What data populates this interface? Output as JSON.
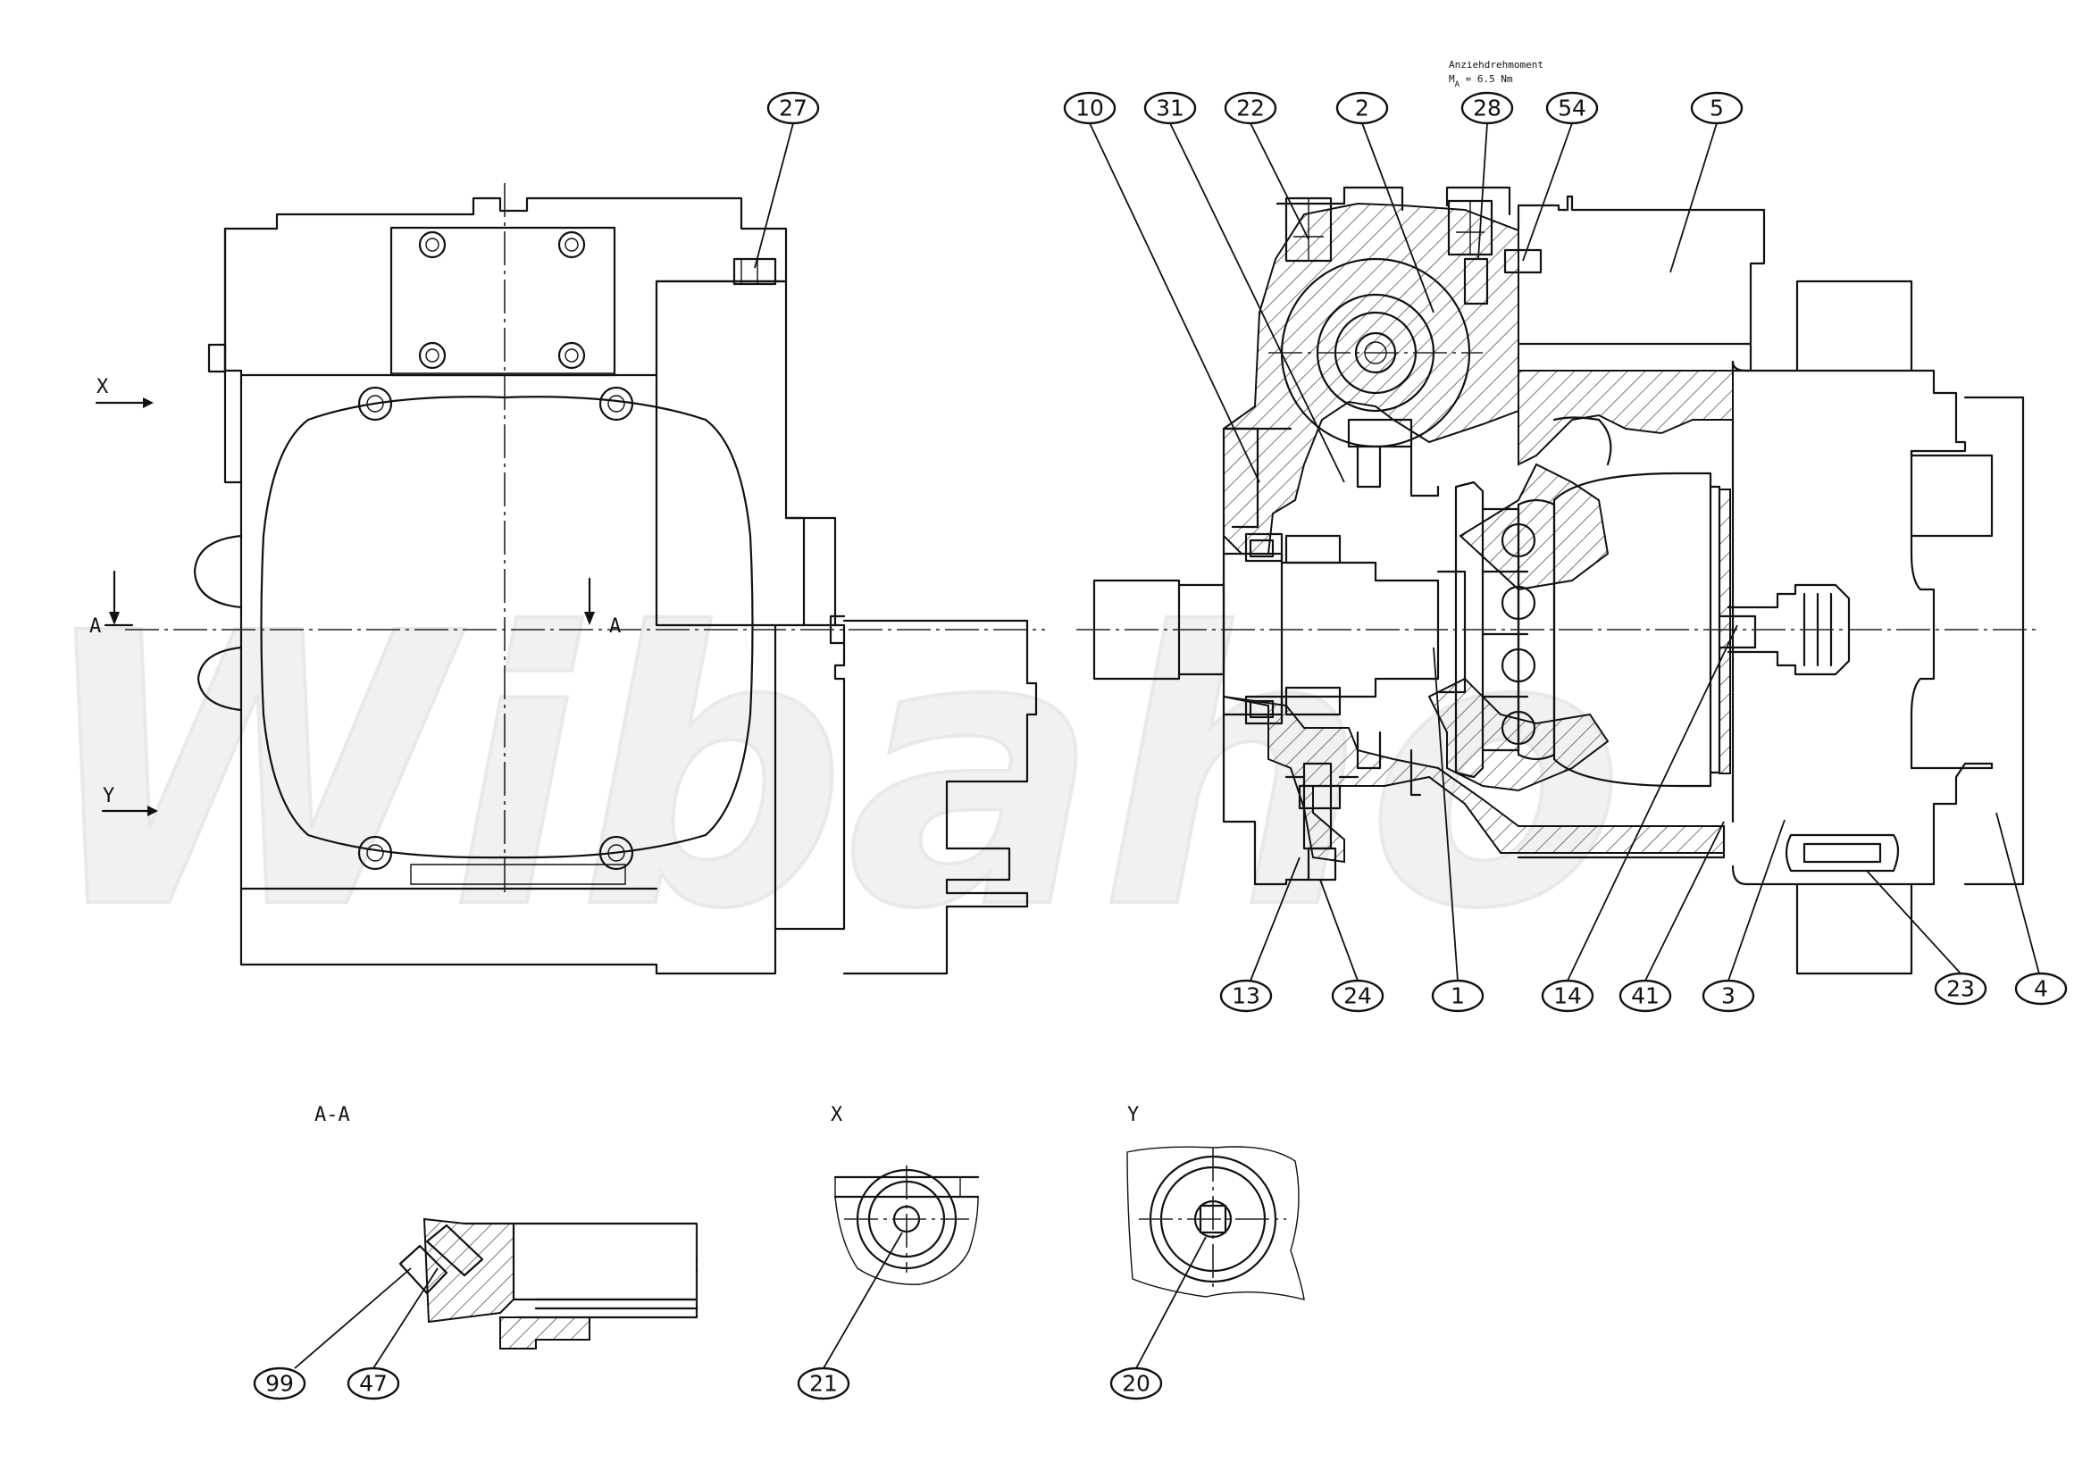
{
  "watermark": "Wibaho",
  "torque_note": {
    "line1": "Anziehdrehmoment",
    "line2": "M",
    "subscript": "A",
    "line2_rest": " = 6.5 Nm"
  },
  "arrows": {
    "x": "X",
    "y": "Y",
    "a_left": "A",
    "a_right": "A"
  },
  "section_titles": {
    "aa": "A-A",
    "x": "X",
    "y": "Y"
  },
  "callouts_top": [
    "27",
    "10",
    "31",
    "22",
    "2",
    "28",
    "54",
    "5"
  ],
  "callouts_bottom": [
    "13",
    "24",
    "1",
    "14",
    "41",
    "3",
    "23",
    "4"
  ],
  "callouts_details": [
    "99",
    "47",
    "21",
    "20"
  ]
}
